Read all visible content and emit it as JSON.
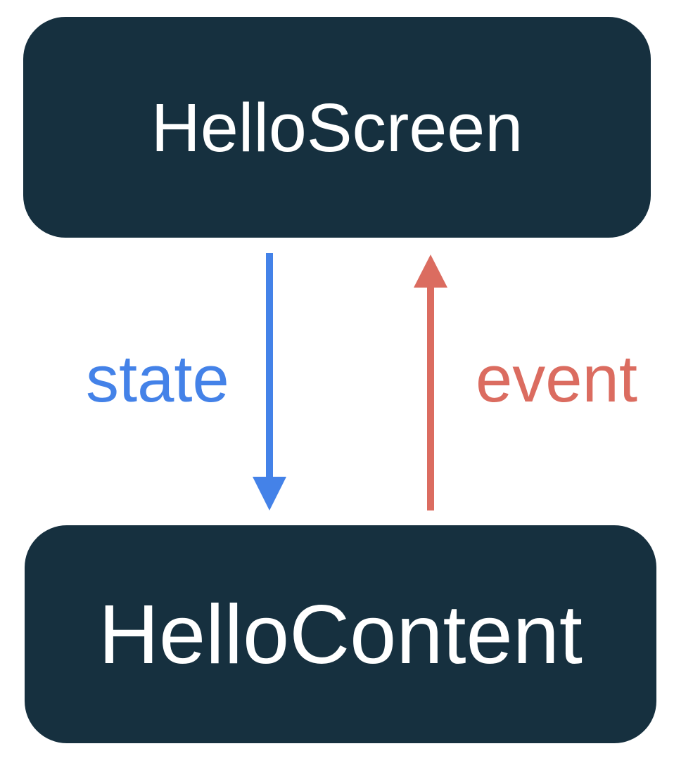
{
  "colors": {
    "background": "#ffffff",
    "node_bg": "#16303f",
    "node_text": "#ffffff",
    "state_color": "#4482e8",
    "event_color": "#db6c60"
  },
  "nodes": {
    "top": {
      "label": "HelloScreen"
    },
    "bottom": {
      "label": "HelloContent"
    }
  },
  "edges": {
    "state": {
      "label": "state",
      "direction": "down"
    },
    "event": {
      "label": "event",
      "direction": "up"
    }
  }
}
